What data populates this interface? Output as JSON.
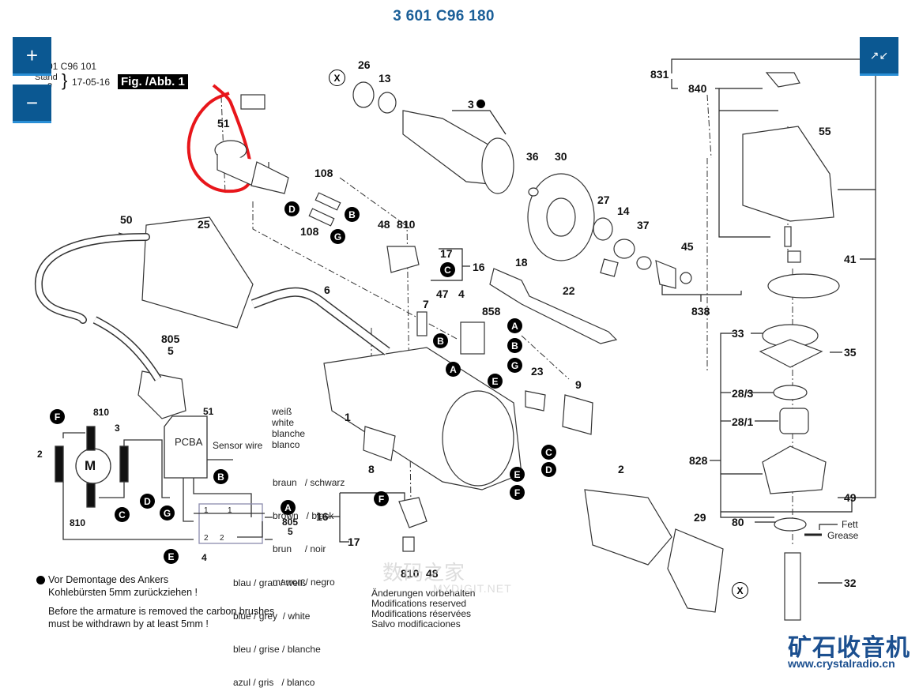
{
  "header": {
    "title": "3 601 C96 180",
    "doc_number_visible": "01 C96 101",
    "stand_label": "Stand",
    "issue_label_partial": "e",
    "date": "17-05-16",
    "figure_label": "Fig. /Abb. 1"
  },
  "zoom_controls": {
    "zoom_in_icon": "+",
    "zoom_out_icon": "−",
    "collapse_icon": "↗↙"
  },
  "part_labels": {
    "p26": "26",
    "p13": "13",
    "p3": "3",
    "p36": "36",
    "p30": "30",
    "p27": "27",
    "p14": "14",
    "p37": "37",
    "p45": "45",
    "p838": "838",
    "p831": "831",
    "p840": "840",
    "p55": "55",
    "p41": "41",
    "p51": "51",
    "p108a": "108",
    "p108b": "108",
    "p50": "50",
    "p25": "25",
    "p48": "48",
    "p810": "810",
    "p17": "17",
    "p16": "16",
    "p18": "18",
    "p22": "22",
    "p7": "7",
    "p47": "47",
    "p4": "4",
    "p858": "858",
    "p6": "6",
    "p805": "805",
    "p5": "5",
    "p1": "1",
    "p23": "23",
    "p9": "9",
    "p8": "8",
    "p33": "33",
    "p35": "35",
    "p28_3": "28/3",
    "p28_1": "28/1",
    "p828": "828",
    "p49": "49",
    "p80": "80",
    "p32": "32",
    "p29": "29",
    "p2": "2",
    "p16b": "16",
    "p17b": "17",
    "p810b": "810",
    "p48b": "48"
  },
  "wire_markers": [
    "A",
    "B",
    "C",
    "D",
    "E",
    "F",
    "G"
  ],
  "x_marker": "X",
  "wiring_diagram": {
    "motor_label": "M",
    "pcba_label": "PCBA",
    "sensor_wire": "Sensor wire",
    "num_810_top": "810",
    "num_810_bottom": "810",
    "num_3": "3",
    "num_2": "2",
    "num_51": "51",
    "num_4": "4",
    "num_805": "805",
    "num_5": "5",
    "terminal_1a": "1",
    "terminal_1b": "1",
    "terminal_2a": "2",
    "terminal_2b": "2",
    "white_colors": [
      "weiß",
      "white",
      "blanche",
      "blanco"
    ],
    "brown_black_colors": [
      "braun   / schwarz",
      "brown   / black",
      "brun     / noir",
      "marron / negro"
    ],
    "blue_grey_white_colors": [
      "blau / grau / weiß",
      "blue / grey  / white",
      "bleu / grise / blanche",
      "azul / gris   / blanco"
    ]
  },
  "notes": {
    "german_line1": "Vor Demontage des Ankers",
    "german_line2": "Kohlebürsten 5mm zurückziehen !",
    "english_line1": "Before the armature is removed the carbon brushes",
    "english_line2": "must be withdrawn by at least 5mm !",
    "modifications": [
      "Änderungen vorbehalten",
      "Modifications reserved",
      "Modifications réservées",
      "Salvo modificaciones"
    ]
  },
  "grease": {
    "de": "Fett",
    "en": "Grease"
  },
  "watermarks": {
    "center_cn": "数码之家",
    "center_url": "MYDIGIT.NET",
    "corner_cn": "矿石收音机",
    "corner_url": "www.crystalradio.cn"
  },
  "colors": {
    "accent_blue": "#0b5892",
    "title_blue": "#1b5f98",
    "annotation_red": "#e8161b"
  }
}
